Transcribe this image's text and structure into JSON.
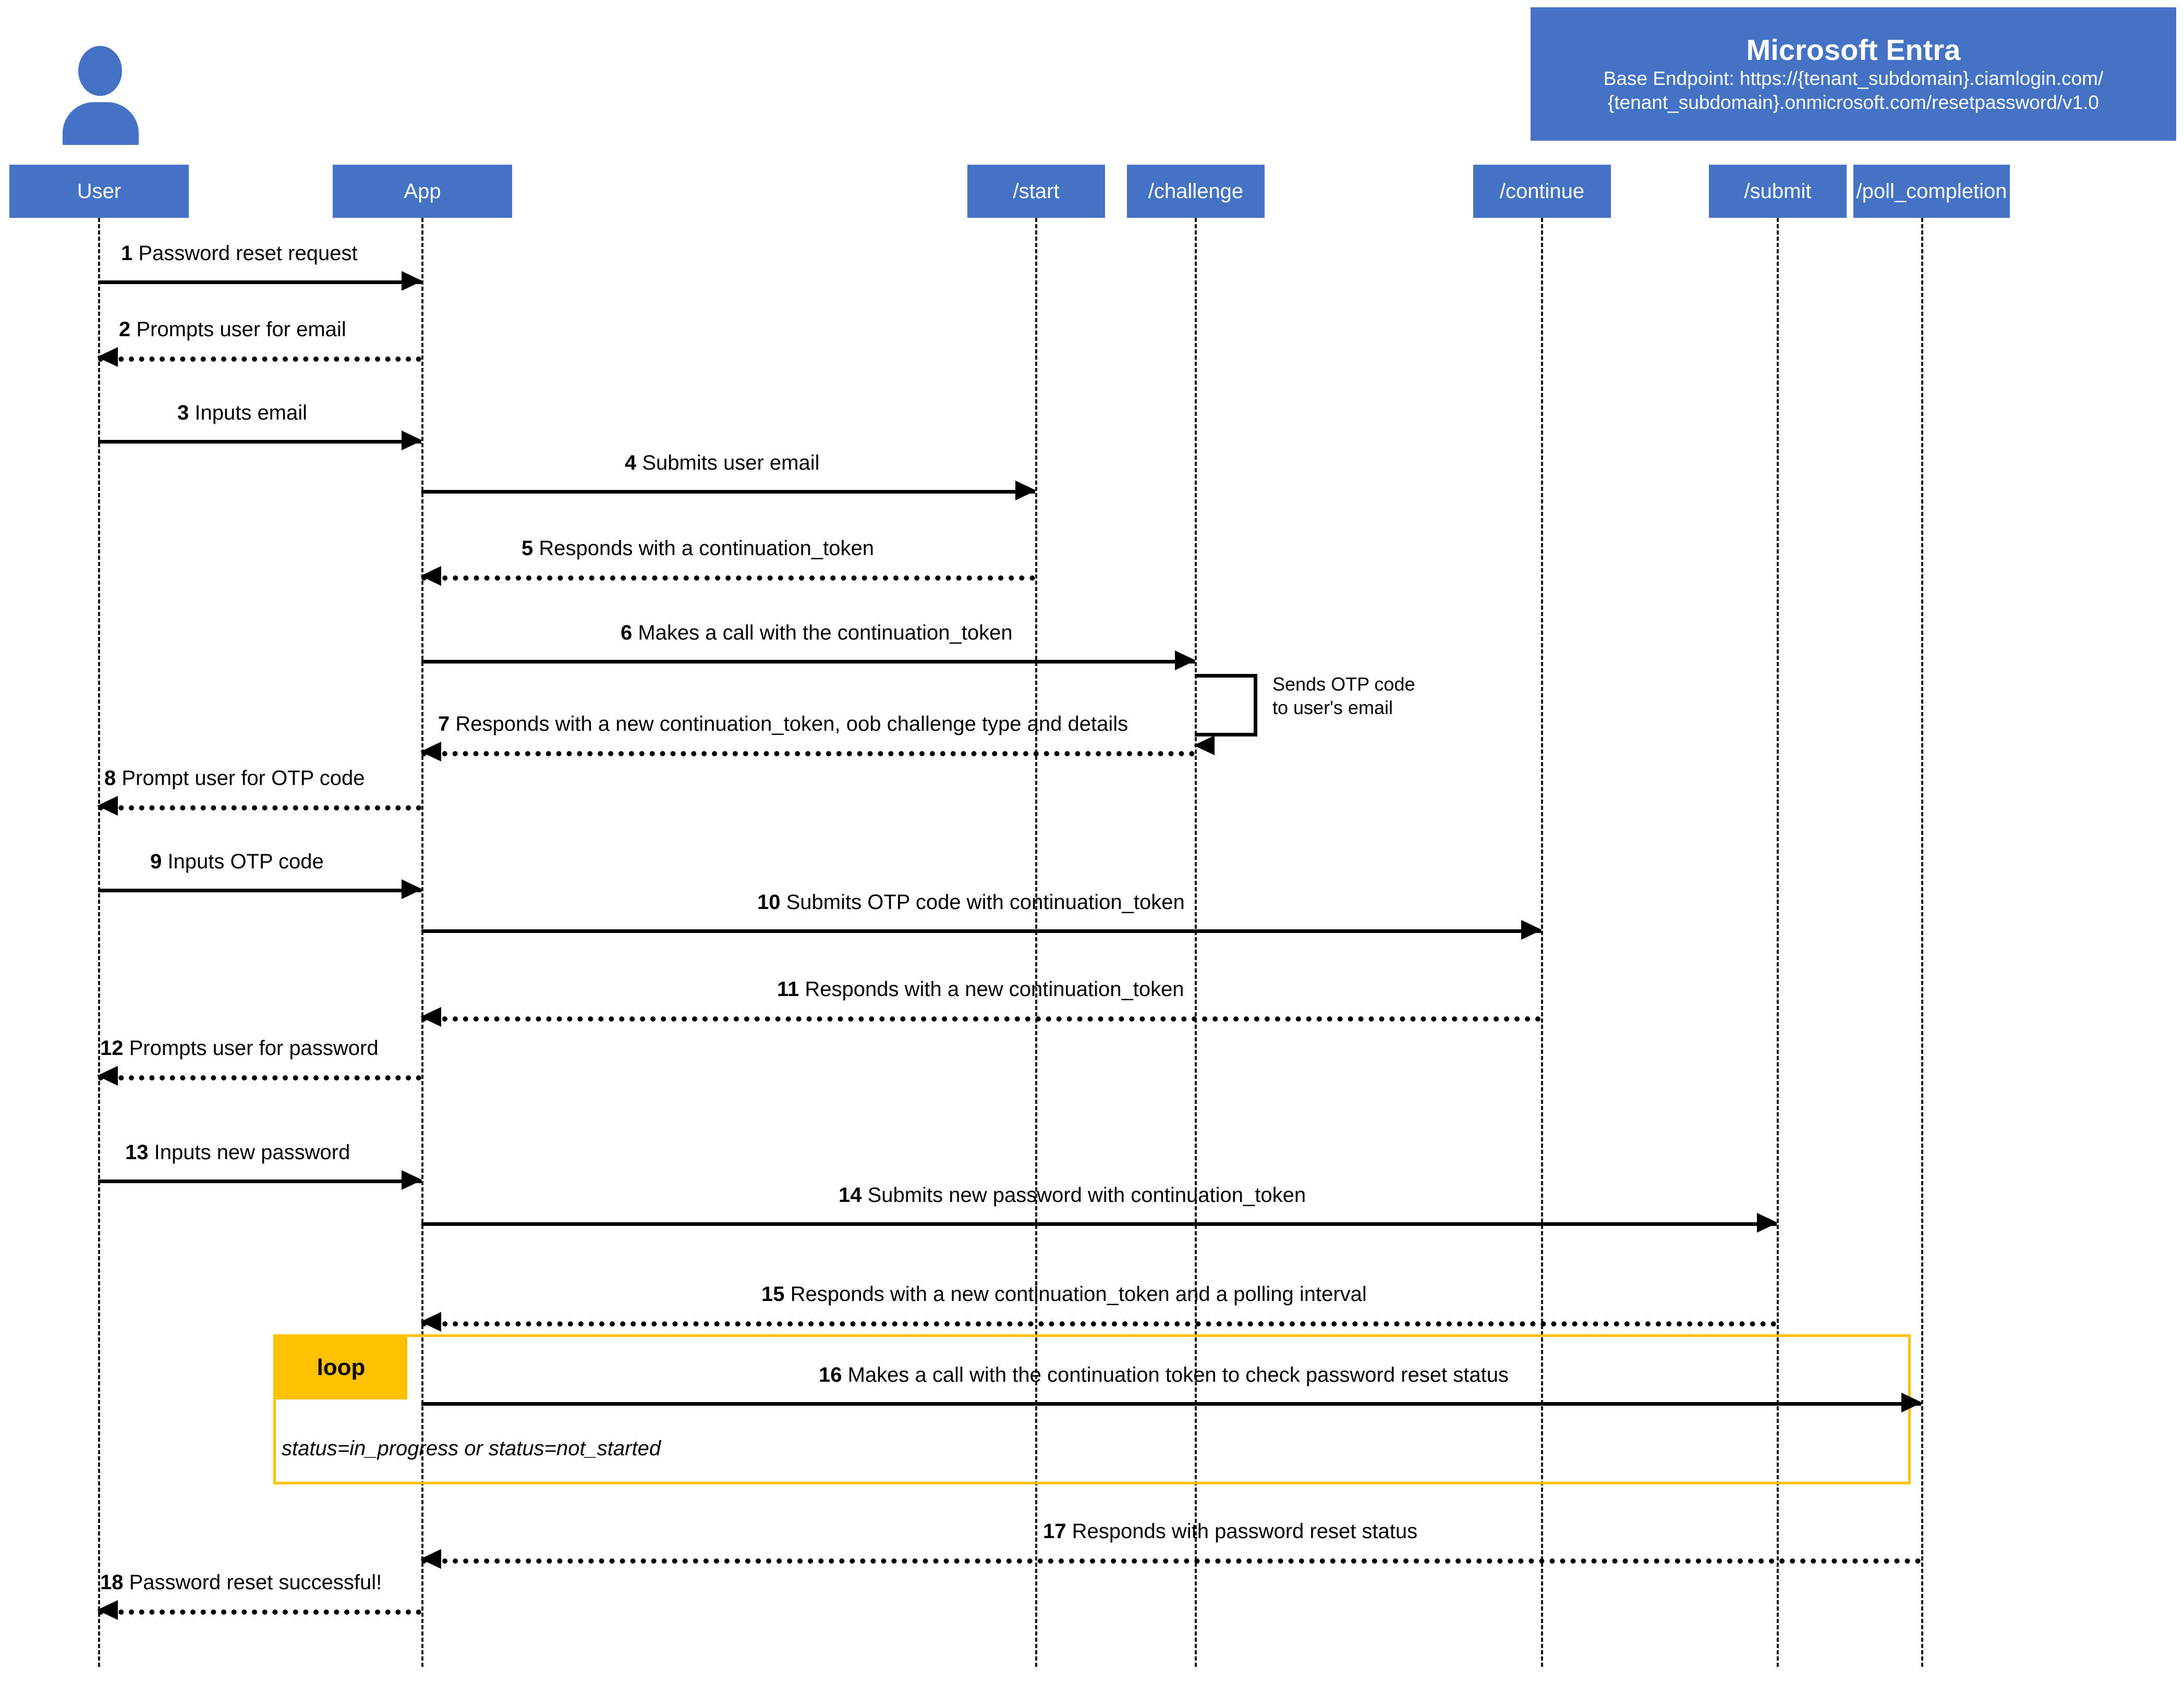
{
  "banner": {
    "title": "Microsoft Entra",
    "subtitle_line1": "Base Endpoint: https://{tenant_subdomain}.ciamlogin.com/",
    "subtitle_line2": "{tenant_subdomain}.onmicrosoft.com/resetpassword/v1.0",
    "color": "#4472c4"
  },
  "participants": [
    {
      "id": "user",
      "label": "User"
    },
    {
      "id": "app",
      "label": "App"
    },
    {
      "id": "start",
      "label": "/start"
    },
    {
      "id": "challenge",
      "label": "/challenge"
    },
    {
      "id": "continue",
      "label": "/continue"
    },
    {
      "id": "submit",
      "label": "/submit"
    },
    {
      "id": "poll_completion",
      "label": "/poll_completion"
    }
  ],
  "messages": [
    {
      "num": "1",
      "text": "Password reset request",
      "from": "user",
      "to": "app",
      "style": "solid"
    },
    {
      "num": "2",
      "text": "Prompts user for email",
      "from": "app",
      "to": "user",
      "style": "dashed"
    },
    {
      "num": "3",
      "text": "Inputs email",
      "from": "user",
      "to": "app",
      "style": "solid"
    },
    {
      "num": "4",
      "text": "Submits user email",
      "from": "app",
      "to": "start",
      "style": "solid"
    },
    {
      "num": "5",
      "text": "Responds with a continuation_token",
      "from": "start",
      "to": "app",
      "style": "dashed"
    },
    {
      "num": "6",
      "text": "Makes a call with the continuation_token",
      "from": "app",
      "to": "challenge",
      "style": "solid"
    },
    {
      "num": "7",
      "text": "Responds with a new continuation_token, oob challenge type and details",
      "from": "challenge",
      "to": "app",
      "style": "dashed"
    },
    {
      "num": "8",
      "text": "Prompt user for OTP code",
      "from": "app",
      "to": "user",
      "style": "dashed"
    },
    {
      "num": "9",
      "text": "Inputs OTP code",
      "from": "user",
      "to": "app",
      "style": "solid"
    },
    {
      "num": "10",
      "text": "Submits OTP code with continuation_token",
      "from": "app",
      "to": "continue",
      "style": "solid"
    },
    {
      "num": "11",
      "text": "Responds with a new continuation_token",
      "from": "continue",
      "to": "app",
      "style": "dashed"
    },
    {
      "num": "12",
      "text": "Prompts user for password",
      "from": "app",
      "to": "user",
      "style": "dashed"
    },
    {
      "num": "13",
      "text": "Inputs new password",
      "from": "user",
      "to": "app",
      "style": "solid"
    },
    {
      "num": "14",
      "text": "Submits new password with continuation_token",
      "from": "app",
      "to": "submit",
      "style": "solid"
    },
    {
      "num": "15",
      "text": "Responds with a new continuation_token and a polling interval",
      "from": "submit",
      "to": "app",
      "style": "dashed"
    },
    {
      "num": "16",
      "text": "Makes a call with the continuation token to check password reset status",
      "from": "app",
      "to": "poll_completion",
      "style": "solid"
    },
    {
      "num": "17",
      "text": "Responds with password reset status",
      "from": "poll_completion",
      "to": "app",
      "style": "dashed"
    },
    {
      "num": "18",
      "text": "Password reset successful!",
      "from": "app",
      "to": "user",
      "style": "dashed"
    }
  ],
  "self_message": {
    "on": "challenge",
    "note_line1": "Sends OTP code",
    "note_line2": "to user's email"
  },
  "loop_fragment": {
    "tag": "loop",
    "condition": "status=in_progress or status=not_started",
    "color": "#ffc000"
  },
  "colors": {
    "participant_blue": "#4472c4",
    "loop_yellow": "#ffc000",
    "line_black": "#000000"
  }
}
